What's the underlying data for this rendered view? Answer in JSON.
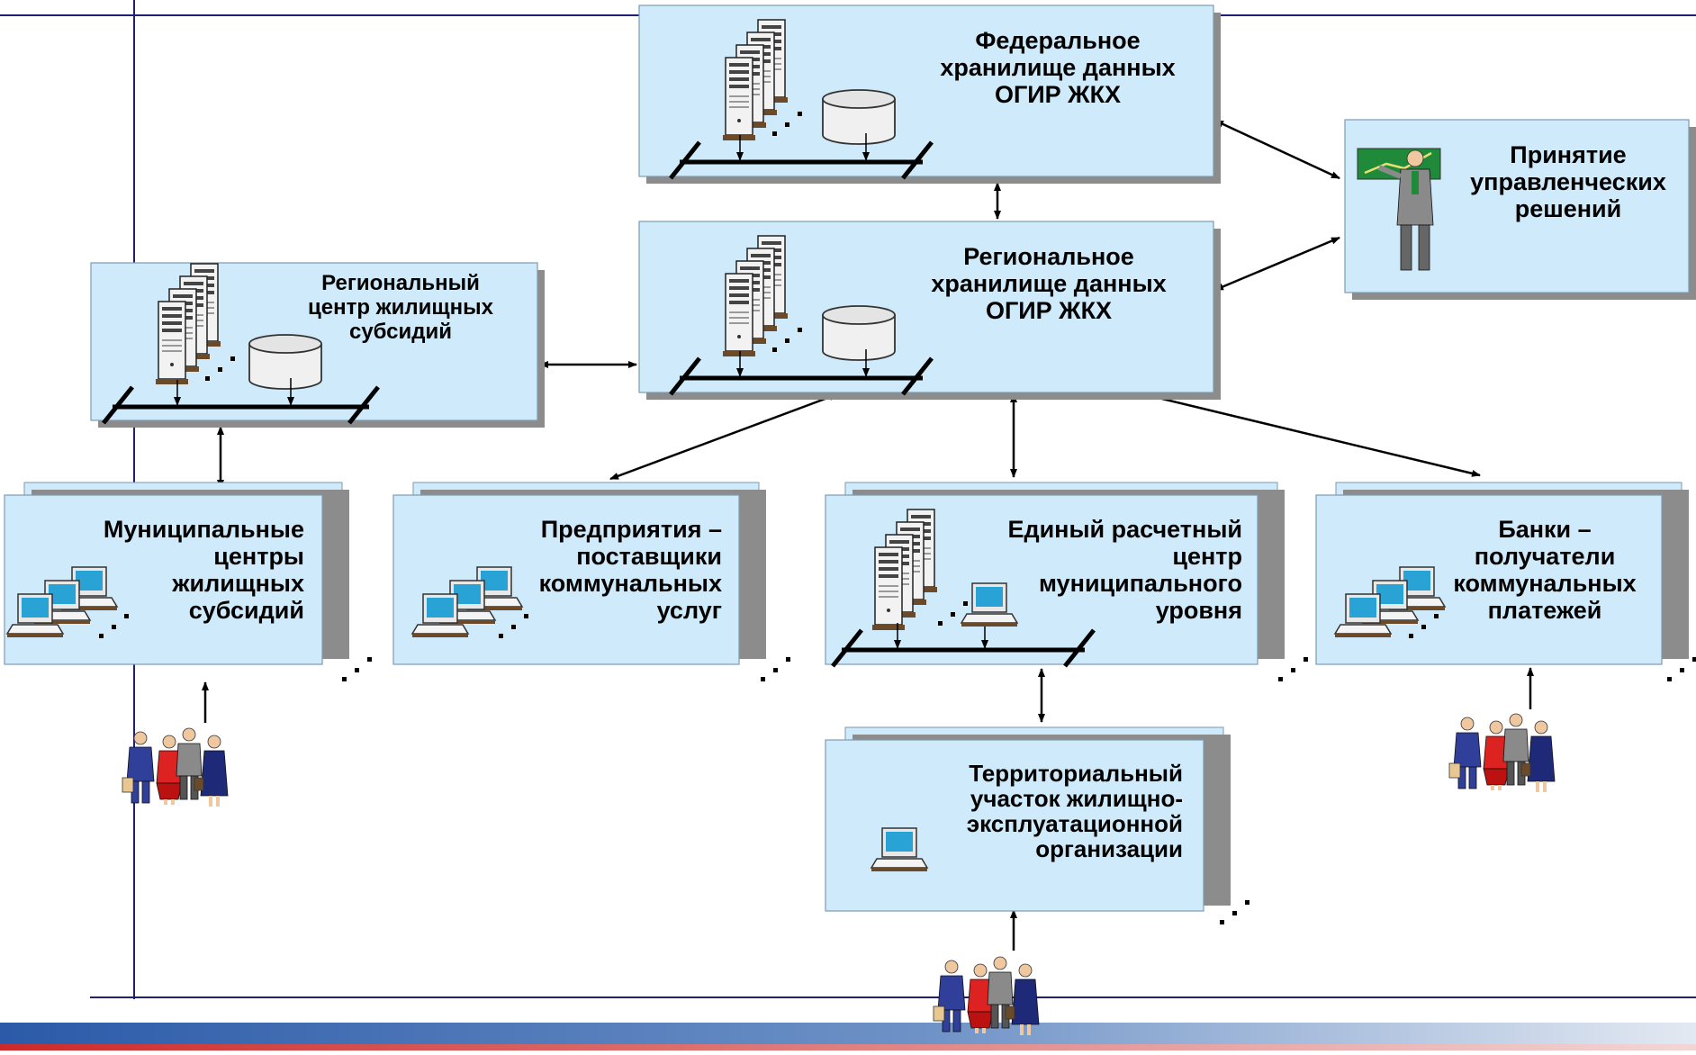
{
  "colors": {
    "box_fill": "#cfeafa",
    "box_shadow": "#8c8c8c",
    "box_border": "#7f99b2",
    "frame_line": "#1f1f7a",
    "bottom_bar_start": "#2b5aa8",
    "bottom_bar_end": "#dfe6f0",
    "bottom_accent": "#cc2a2a"
  },
  "nodes": {
    "federal": {
      "lines": [
        "Федеральное",
        "хранилище данных",
        "ОГИР ЖКХ"
      ],
      "icons": [
        "server-rack-icon",
        "database-cylinder-icon",
        "network-bus-icon"
      ]
    },
    "regional_storage": {
      "lines": [
        "Региональное",
        "хранилище данных",
        "ОГИР ЖКХ"
      ],
      "icons": [
        "server-rack-icon",
        "database-cylinder-icon",
        "network-bus-icon"
      ]
    },
    "decisions": {
      "lines": [
        "Принятие",
        "управленческих",
        "решений"
      ],
      "icons": [
        "presenter-icon"
      ]
    },
    "regional_subsidy": {
      "lines": [
        "Региональный",
        "центр жилищных",
        "субсидий"
      ],
      "icons": [
        "server-rack-icon",
        "database-cylinder-icon",
        "network-bus-icon"
      ]
    },
    "municipal_subsidy": {
      "lines": [
        "Муниципальные",
        "центры",
        "жилищных",
        "субсидий"
      ],
      "icons": [
        "computer-icon"
      ]
    },
    "suppliers": {
      "lines": [
        "Предприятия –",
        "поставщики",
        "коммунальных",
        "услуг"
      ],
      "icons": [
        "computer-icon"
      ]
    },
    "settlement": {
      "lines": [
        "Единый расчетный",
        "центр",
        "муниципального",
        "уровня"
      ],
      "icons": [
        "server-rack-icon",
        "computer-icon",
        "network-bus-icon"
      ]
    },
    "banks": {
      "lines": [
        "Банки –",
        "получатели",
        "коммунальных",
        "платежей"
      ],
      "icons": [
        "computer-icon"
      ]
    },
    "territorial": {
      "lines": [
        "Территориальный",
        "участок жилищно-",
        "эксплуатационной",
        "организации"
      ],
      "icons": [
        "computer-icon"
      ]
    }
  },
  "population_icon": "people-group-icon"
}
